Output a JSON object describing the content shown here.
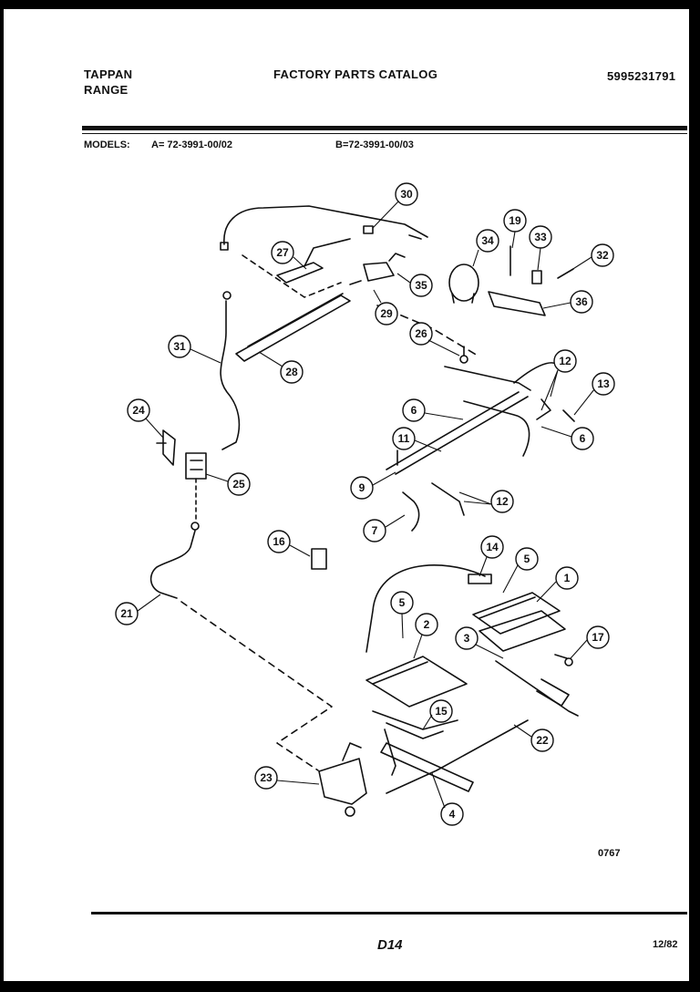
{
  "header": {
    "brand_line1": "TAPPAN",
    "brand_line2": "RANGE",
    "title": "FACTORY PARTS CATALOG",
    "catalog_number": "5995231791"
  },
  "models": {
    "label": "MODELS:",
    "model_a": "A= 72-3991-00/02",
    "model_b": "B=72-3991-00/03"
  },
  "diagram": {
    "reference_code": "0767",
    "callouts": [
      "1",
      "2",
      "3",
      "4",
      "5",
      "5",
      "6",
      "6",
      "7",
      "9",
      "11",
      "12",
      "12",
      "13",
      "14",
      "15",
      "16",
      "17",
      "19",
      "21",
      "22",
      "23",
      "24",
      "25",
      "26",
      "27",
      "28",
      "29",
      "30",
      "31",
      "32",
      "33",
      "34",
      "35",
      "36"
    ]
  },
  "footer": {
    "page_code": "D14",
    "date": "12/82"
  }
}
